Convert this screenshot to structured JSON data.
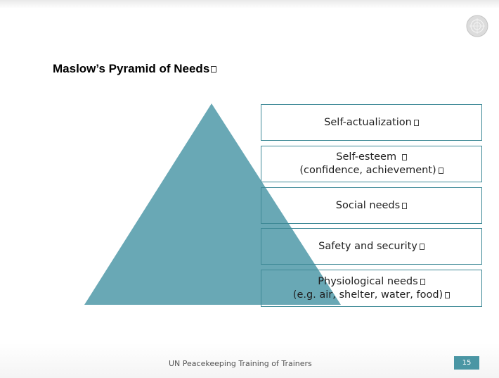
{
  "slide": {
    "title": "Maslow’s Pyramid of Needs",
    "levels": [
      {
        "lines": [
          "Self-actualization"
        ]
      },
      {
        "lines": [
          "Self-esteem ",
          "(confidence, achievement)"
        ]
      },
      {
        "lines": [
          "Social needs"
        ]
      },
      {
        "lines": [
          "Safety and security"
        ]
      },
      {
        "lines": [
          "Physiological needs",
          "(e.g. air, shelter, water, food)"
        ]
      }
    ],
    "footer": "UN Peacekeeping Training of Trainers",
    "page_number": "15",
    "colors": {
      "pyramid": "#4f99a8",
      "box_border": "#3f8a97",
      "page_badge": "#4a96a4"
    },
    "emblem": "un-emblem-icon"
  }
}
